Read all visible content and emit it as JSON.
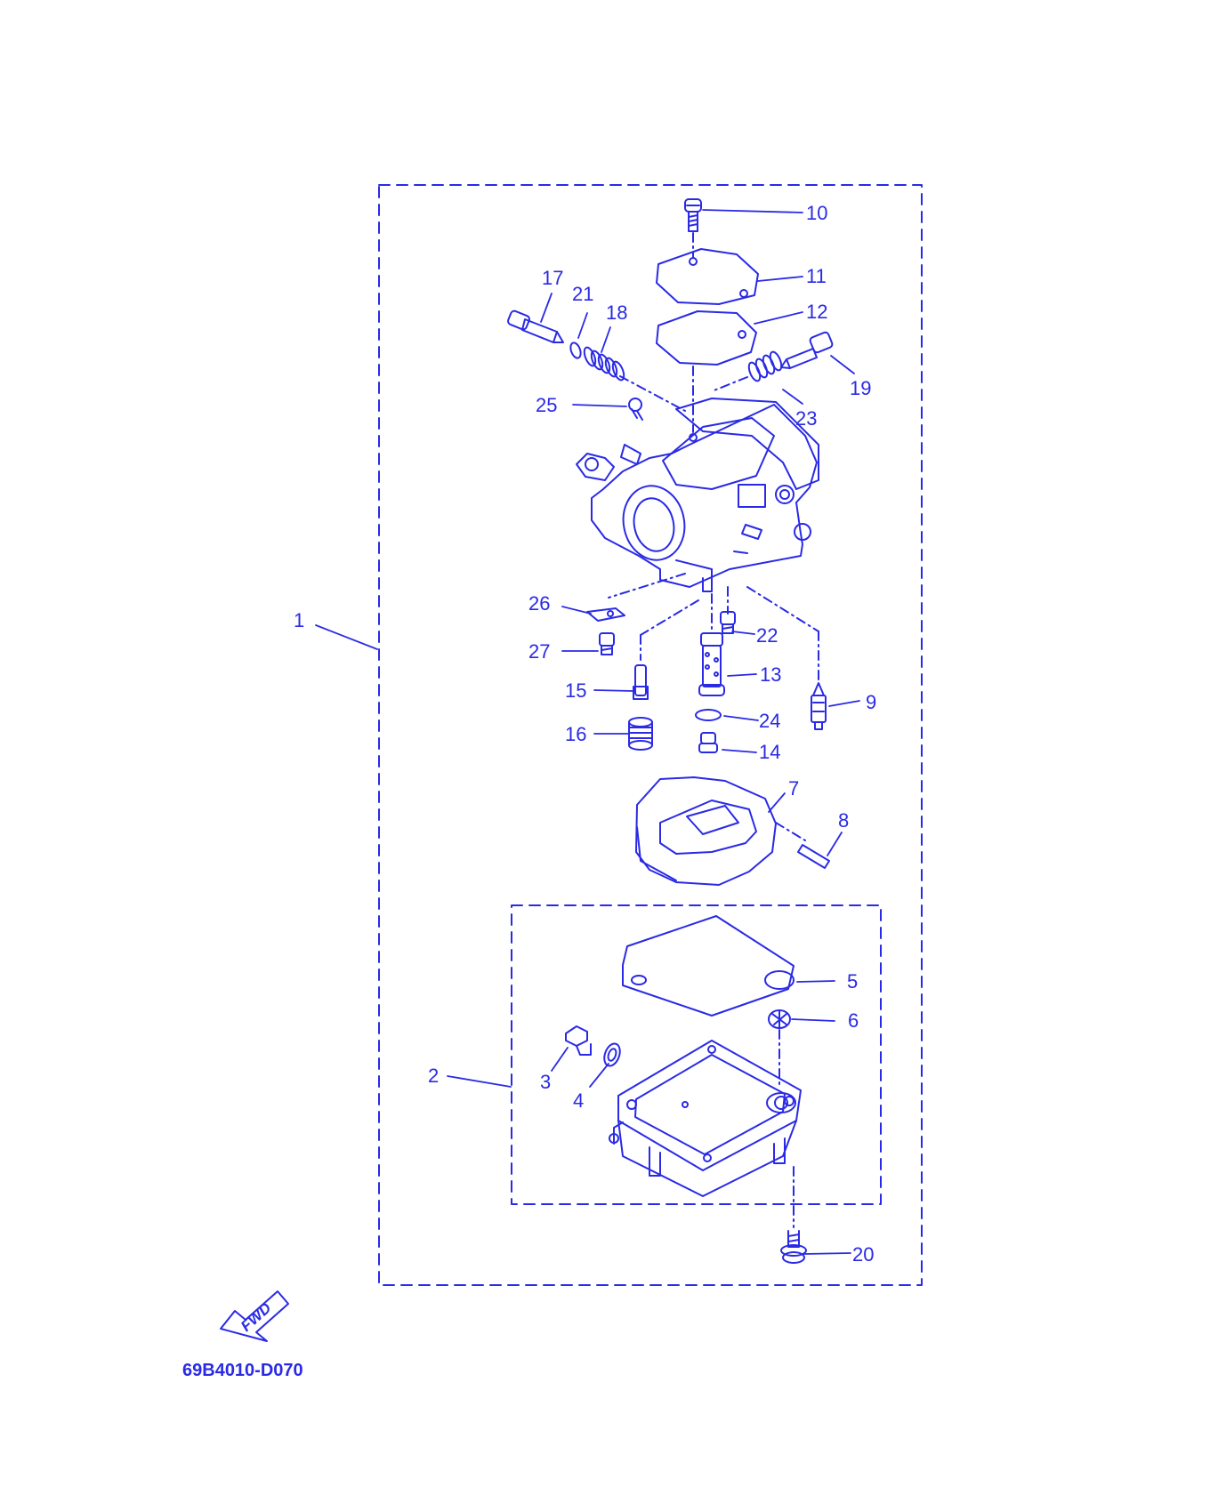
{
  "theme": {
    "ink": "#2a2ae6",
    "paper": "#ffffff",
    "fill": "#ffffff"
  },
  "diagram": {
    "drawing_code": "69B4010-D070",
    "fwd_label": "FWD",
    "callouts": {
      "c1": "1",
      "c2": "2",
      "c3": "3",
      "c4": "4",
      "c5": "5",
      "c6": "6",
      "c7": "7",
      "c8": "8",
      "c9": "9",
      "c10": "10",
      "c11": "11",
      "c12": "12",
      "c13": "13",
      "c14": "14",
      "c15": "15",
      "c16": "16",
      "c17": "17",
      "c18": "18",
      "c19": "19",
      "c20": "20",
      "c21": "21",
      "c22": "22",
      "c23": "23",
      "c24": "24",
      "c25": "25",
      "c26": "26",
      "c27": "27"
    }
  }
}
